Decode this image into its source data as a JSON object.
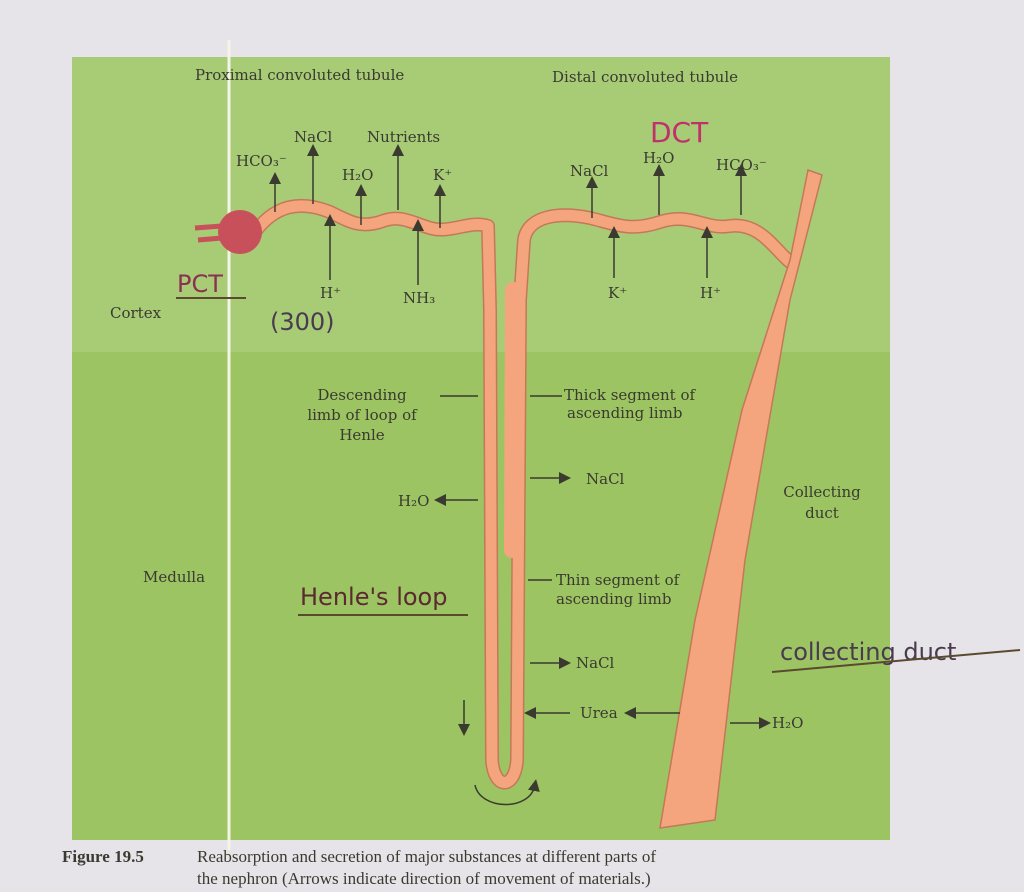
{
  "titles": {
    "pct": "Proximal convoluted tubule",
    "dct": "Distal convoluted tubule"
  },
  "regions": {
    "cortex": "Cortex",
    "medulla": "Medulla"
  },
  "pct": {
    "out": [
      "HCO₃⁻",
      "NaCl",
      "H₂O",
      "Nutrients",
      "K⁺"
    ],
    "in": [
      "H⁺",
      "NH₃"
    ]
  },
  "dct": {
    "out": [
      "NaCl",
      "H₂O",
      "HCO₃⁻"
    ],
    "in": [
      "K⁺",
      "H⁺"
    ]
  },
  "loop": {
    "descending": [
      "Descending",
      "limb of loop of",
      "Henle"
    ],
    "desc_h2o": "H₂O",
    "thick": [
      "Thick segment of",
      "ascending limb"
    ],
    "thick_nacl": "NaCl",
    "thin": [
      "Thin segment of",
      "ascending limb"
    ],
    "thin_nacl": "NaCl",
    "urea": "Urea"
  },
  "collecting": {
    "label": [
      "Collecting",
      "duct"
    ],
    "h2o": "H₂O"
  },
  "handwritten": {
    "pct": "PCT",
    "osm": "(300)",
    "dct": "DCT",
    "henle": "Henle's loop",
    "collecting": "collecting duct"
  },
  "caption": {
    "label": "Figure 19.5",
    "line1": "Reabsorption and secretion of major substances at different parts of",
    "line2": "the nephron (Arrows indicate direction of movement of materials.)"
  },
  "colors": {
    "cortex": "#a8cb76",
    "medulla": "#9cc462",
    "tubule": "#f4a57e",
    "handwriting_red": "#c0306a"
  }
}
